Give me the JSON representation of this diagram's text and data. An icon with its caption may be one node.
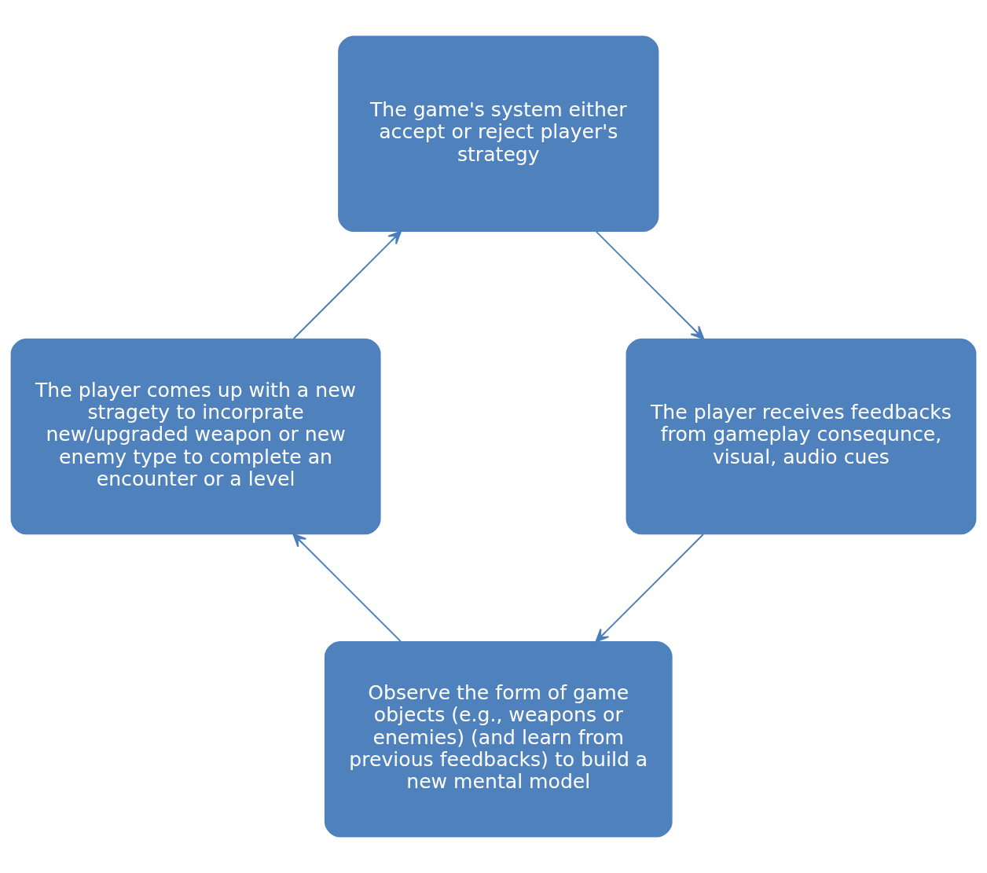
{
  "diagram": {
    "nodes": [
      {
        "text": [
          "Observe the form of game objects (e.g., weapons or enemies) (and learn from previous feedbacks) to build a new mental model"
        ]
      },
      {
        "text": [
          "The player comes up with a new stragety to incorprate new/upgraded weapon or new enemy type to complete an encounter or a level"
        ]
      },
      {
        "text": [
          "The game's system either accept or reject player's strategy"
        ]
      },
      {
        "text": [
          "The player receives feedbacks from gameplay consequnce, visual, audio cues"
        ]
      }
    ],
    "edges": [
      {
        "from": 0,
        "to": 1,
        "arrow": "to"
      },
      {
        "from": 1,
        "to": 2,
        "arrow": "to"
      },
      {
        "from": 2,
        "to": 3,
        "arrow": "to"
      },
      {
        "from": 3,
        "to": 0,
        "arrow": "to"
      }
    ]
  }
}
